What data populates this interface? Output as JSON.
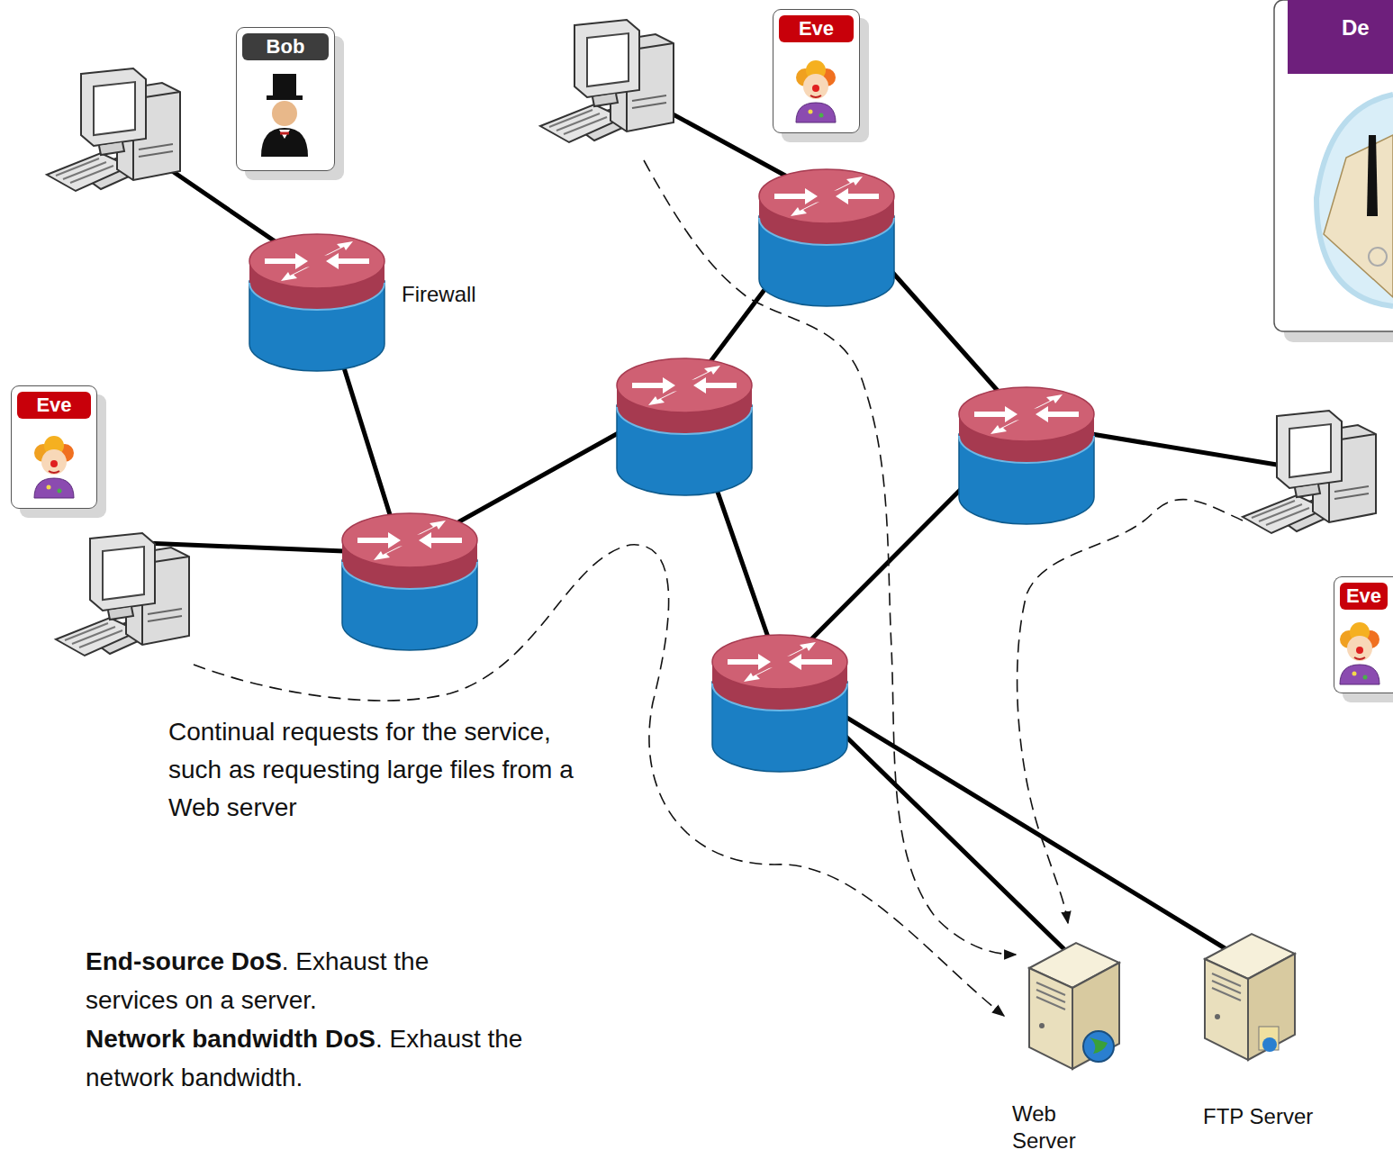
{
  "diagram": {
    "nodes": [
      {
        "text": [
          "Bob"
        ]
      },
      {
        "text": [
          "Eve"
        ]
      },
      {
        "text": [
          "De"
        ]
      },
      {
        "text": [
          "Eve"
        ]
      },
      {
        "text": [
          "Eve"
        ]
      },
      {
        "text": [
          "Web Server"
        ]
      },
      {
        "text": [
          "FTP Server"
        ]
      }
    ],
    "labels": [
      "Firewall",
      "Continual requests for the service, such as requesting large files from a Web server",
      "End-source DoS",
      ". Exhaust the services on a server.",
      "Network bandwidth DoS",
      ". Exhaust the network bandwidth."
    ]
  }
}
